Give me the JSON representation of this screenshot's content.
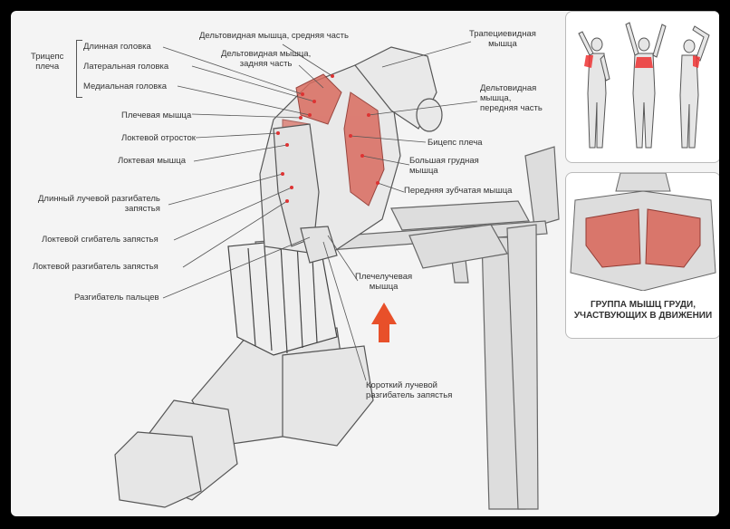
{
  "labels": {
    "triceps_group": [
      "Трицепс",
      "плеча"
    ],
    "long_head": "Длинная головка",
    "lateral_head": "Латеральная головка",
    "medial_head": "Медиальная головка",
    "brachialis": "Плечевая мышца",
    "olecranon": "Локтевой отросток",
    "anconeus": "Локтевая мышца",
    "ecrl": [
      "Длинный лучевой разгибатель",
      "запястья"
    ],
    "fcu": "Локтевой сгибатель запястья",
    "ecu": "Локтевой разгибатель запястья",
    "ext_digitorum": "Разгибатель пальцев",
    "delt_middle": "Дельтовидная мышца, средняя часть",
    "delt_posterior": [
      "Дельтовидная мышца,",
      "задняя часть"
    ],
    "trapezius": [
      "Трапециевидная",
      "мышца"
    ],
    "delt_anterior": [
      "Дельтовидная",
      "мышца,",
      "передняя часть"
    ],
    "biceps": "Бицепс плеча",
    "pec_major": [
      "Большая грудная",
      "мышца"
    ],
    "serratus": "Передняя зубчатая мышца",
    "brachioradialis": [
      "Плечелучевая",
      "мышца"
    ],
    "ecrb": [
      "Короткий лучевой",
      "разгибатель запястья"
    ]
  },
  "chest_panel": {
    "caption": [
      "ГРУППА МЫШЦ ГРУДИ,",
      "УЧАСТВУЮЩИХ В ДВИЖЕНИИ"
    ]
  },
  "colors": {
    "highlight_muscle": "#d96b5f",
    "arrow": "#e8502a",
    "frame": "#000000"
  }
}
